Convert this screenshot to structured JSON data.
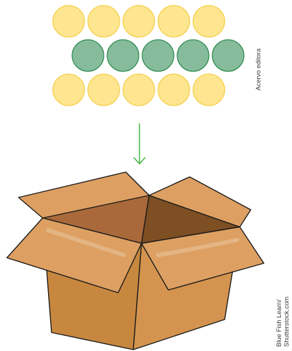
{
  "credits": {
    "top": "Acervo editora",
    "bottom_line1": "Blue Fish Learn/",
    "bottom_line2": "Shutterstock.com"
  },
  "circles": {
    "rows": [
      {
        "color": "yellow",
        "count": 5
      },
      {
        "color": "green",
        "count": 5
      },
      {
        "color": "yellow",
        "count": 5
      }
    ],
    "colors": {
      "yellow_fill": "#fde68f",
      "yellow_stroke": "#f6cf4c",
      "green_fill": "#86bc9c",
      "green_stroke": "#2e8b4e"
    }
  },
  "arrow": {
    "color": "#4cb848",
    "direction": "down"
  },
  "box": {
    "colors": {
      "outer_flap": "#dda062",
      "front_left": "#c8873f",
      "front_right": "#d4944f",
      "interior_light": "#a9693a",
      "interior_dark": "#7d4f22",
      "outline": "#1a1a1a"
    }
  }
}
